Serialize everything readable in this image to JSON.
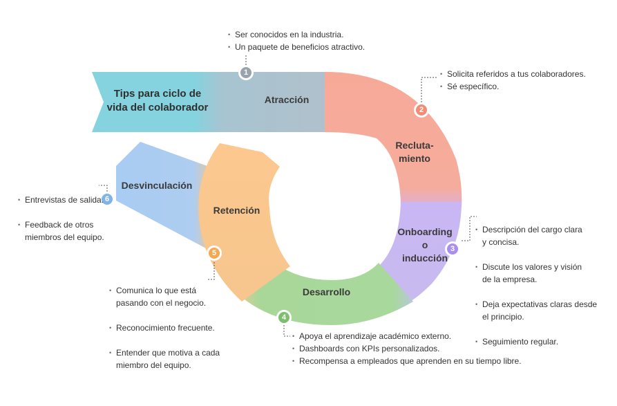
{
  "title": "Tips para ciclo de vida del colaborador",
  "stages": [
    {
      "number": "1",
      "label": "Atracción",
      "color": "#a7c4d1",
      "tips": [
        "Ser conocidos en la industria.",
        "Un paquete de beneficios atractivo."
      ]
    },
    {
      "number": "2",
      "label": "Recluta-\nmiento",
      "color": "#f7a998",
      "tips": [
        "Solicita referidos a tus colaboradores.",
        "Sé específico."
      ]
    },
    {
      "number": "3",
      "label": "Onboarding\no\ninducción",
      "color": "#c8b7f6",
      "tips": [
        "Descripción del cargo clara\ny concisa.",
        "Discute los valores y visión\nde la empresa.",
        "Deja expectativas claras desde\nel principio.",
        "Seguimiento regular."
      ]
    },
    {
      "number": "4",
      "label": "Desarrollo",
      "color": "#a8d89c",
      "tips": [
        "Apoya el aprendizaje académico externo.",
        "Dashboards con KPIs personalizados.",
        "Recompensa a empleados que aprenden en su tiempo libre."
      ]
    },
    {
      "number": "5",
      "label": "Retención",
      "color": "#fcc88f",
      "tips": [
        "Comunica lo que está\npasando con el negocio.",
        "Reconocimiento frecuente.",
        "Entender que motiva a cada\nmiembro del equipo."
      ]
    },
    {
      "number": "6",
      "label": "Desvinculación",
      "color": "#a8ccf2",
      "tips": [
        "Entrevistas de salida.",
        "Feedback de otros\nmiembros del equipo."
      ]
    }
  ],
  "colors": {
    "title_band": "#84d3df",
    "badge_dark": "#9aa3ad"
  }
}
